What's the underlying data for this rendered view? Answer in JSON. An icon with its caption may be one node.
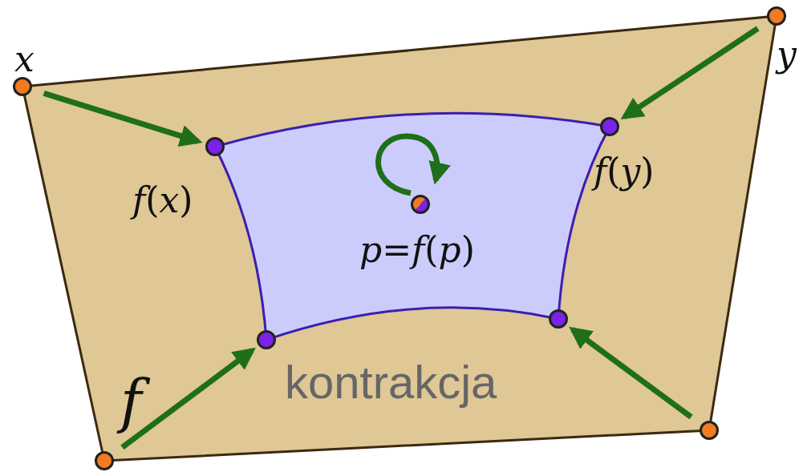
{
  "diagram": {
    "nodes": [
      {
        "text": [],
        "shape": "circle",
        "beside": [
          "x"
        ]
      },
      {
        "text": [],
        "shape": "circle",
        "beside": [
          "y"
        ]
      },
      {
        "text": [],
        "shape": "circle",
        "beside": [
          "*f*(*x*)"
        ]
      },
      {
        "text": [],
        "shape": "circle",
        "beside": [
          "*f*(*y*)"
        ]
      },
      {
        "text": [],
        "shape": "circle",
        "beside": [
          "*p*=*f*(*p*)"
        ]
      },
      {
        "text": [],
        "shape": "circle"
      },
      {
        "text": [],
        "shape": "circle"
      },
      {
        "text": [],
        "shape": "circle"
      },
      {
        "text": [],
        "shape": "circle"
      }
    ],
    "edges": [
      {
        "from": 0,
        "to": 2,
        "arrow": "to"
      },
      {
        "from": 1,
        "to": 3,
        "arrow": "to"
      },
      {
        "from": 4,
        "to": 4,
        "arrow": "to"
      },
      {
        "from": 8,
        "to": 5,
        "arrow": "to"
      },
      {
        "from": 7,
        "to": 6,
        "arrow": "to"
      }
    ],
    "labels": [
      "f",
      "kontrakcja"
    ]
  }
}
